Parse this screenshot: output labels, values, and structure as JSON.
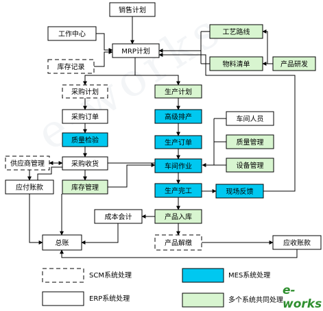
{
  "nodes": {
    "sales_plan": "销售计划",
    "work_center": "工作中心",
    "mrp_plan": "MRP计划",
    "inventory_record": "库存记录",
    "process_route": "工艺路线",
    "bom": "物料清单",
    "product_dev": "产品研发",
    "purchase_plan": "采购计划",
    "production_plan": "生产计划",
    "purchase_order": "采购订单",
    "advanced_scheduling": "高级排产",
    "workshop_staff": "车间人员",
    "quality_check": "质量检验",
    "production_order": "生产订单",
    "quality_mgmt": "质量管理",
    "supplier_mgmt": "供应商管理",
    "purchase_receive": "采购收货",
    "workshop_operation": "车间作业",
    "equipment_mgmt": "设备管理",
    "accounts_payable": "应付账款",
    "inventory_mgmt": "库存管理",
    "production_done": "生产完工",
    "site_feedback": "现场反馈",
    "cost_accounting": "成本会计",
    "product_storage": "产品入库",
    "general_ledger": "总账",
    "product_release": "产品解缴",
    "accounts_receivable": "应收账款"
  },
  "legend": {
    "scm": "SCM系统处理",
    "mes": "MES系统处理",
    "erp": "ERP系统处理",
    "shared": "多个系统共同处理"
  },
  "logo": {
    "text": "e-works"
  },
  "colors": {
    "mes_fill": "#00c8f0",
    "shared_fill": "#d8f5d0",
    "line": "#000000"
  }
}
